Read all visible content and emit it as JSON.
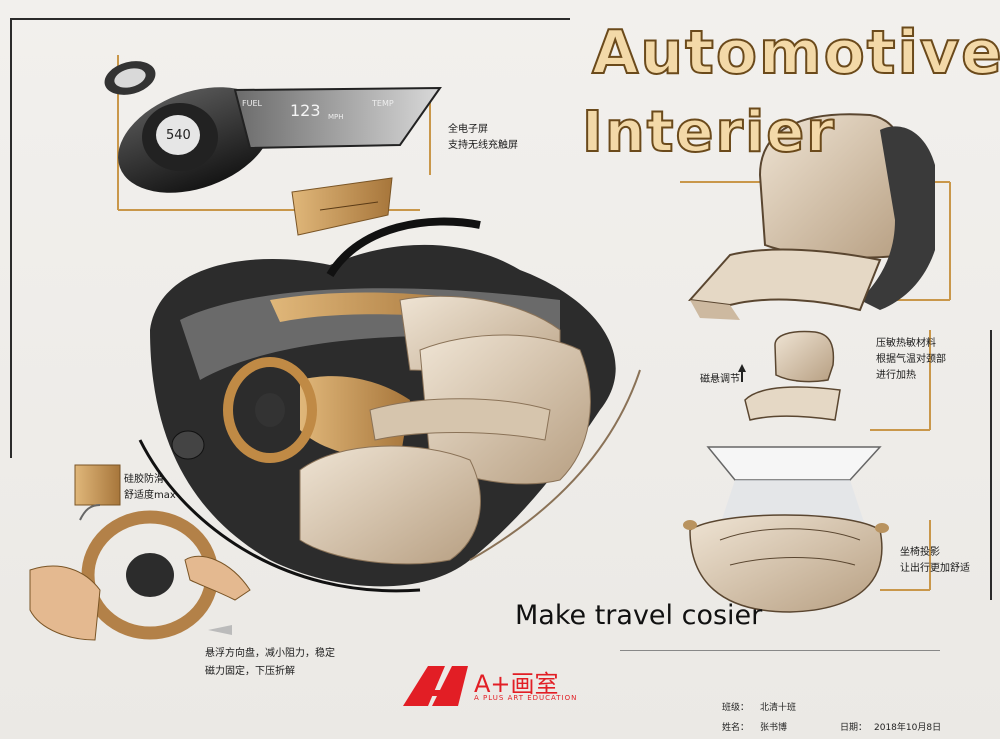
{
  "poster": {
    "title_line1": "Automotive",
    "title_line2": "Interier",
    "slogan": "Make travel cosier"
  },
  "dashboard_display": {
    "fuel_label": "FUEL",
    "speed_value": "123",
    "speed_unit": "MPH",
    "temp_label": "TEMP",
    "gauge_value": "540"
  },
  "annotations": {
    "screen_note_1": "全电子屏",
    "screen_note_2": "支持无线充触屏",
    "seat_note_1": "压敏热敏材料",
    "seat_note_2": "根据气温对颈部",
    "seat_note_3": "进行加热",
    "magnetic_adjust": "磁悬调节",
    "projection_note_1": "坐椅投影",
    "projection_note_2": "让出行更加舒适",
    "grip_note_1": "硅胶防滑",
    "grip_note_2": "舒适度max",
    "wheel_note_1": "悬浮方向盘，减小阻力，稳定",
    "wheel_note_2": "磁力固定，下压折解"
  },
  "branding": {
    "logo_cn": "A+画室",
    "logo_en": "A PLUS ART EDUCATION",
    "class_label": "班级：",
    "class_value": "北清十班",
    "name_label": "姓名：",
    "name_value": "张书博",
    "date_label": "日期：",
    "date_value": "2018年10月8日"
  },
  "colors": {
    "accent_gold": "#c9974a",
    "tan": "#cdb9a0",
    "dark": "#2a2a2a",
    "logo_red": "#e21e25"
  }
}
